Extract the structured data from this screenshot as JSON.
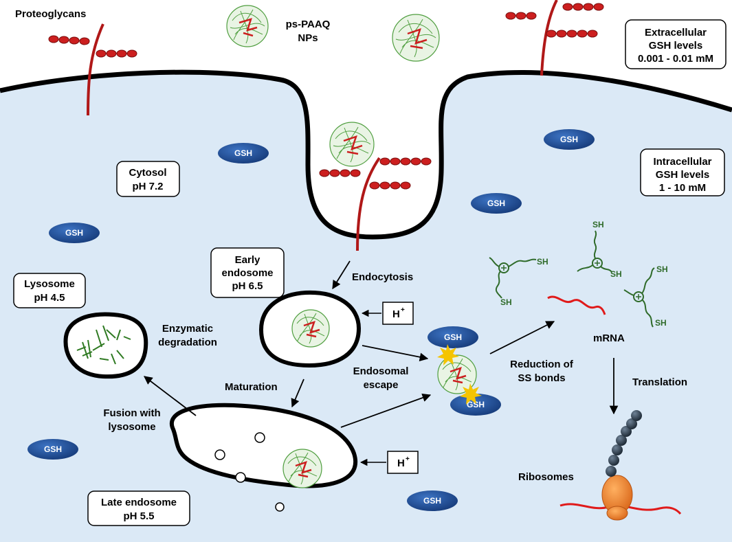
{
  "labels": {
    "proteoglycans": "Proteoglycans",
    "nps_line1": "ps-PAAQ",
    "nps_line2": "NPs",
    "endocytosis": "Endocytosis",
    "enzymatic_line1": "Enzymatic",
    "enzymatic_line2": "degradation",
    "maturation": "Maturation",
    "endosomal_line1": "Endosomal",
    "endosomal_line2": "escape",
    "fusion_line1": "Fusion with",
    "fusion_line2": "lysosome",
    "reduction_line1": "Reduction of",
    "reduction_line2": "SS bonds",
    "translation": "Translation",
    "mrna": "mRNA",
    "ribosomes": "Ribosomes",
    "sh": "SH",
    "gsh": "GSH",
    "h_plus": "H",
    "plus_sup": "+"
  },
  "boxes": {
    "extracellular": [
      "Extracellular",
      "GSH levels",
      "0.001 - 0.01 mM"
    ],
    "intracellular": [
      "Intracellular",
      "GSH levels",
      "1 - 10 mM"
    ],
    "cytosol": [
      "Cytosol",
      "pH 7.2"
    ],
    "early_endosome": [
      "Early",
      "endosome",
      "pH 6.5"
    ],
    "lysosome": [
      "Lysosome",
      "pH 4.5"
    ],
    "late_endosome": [
      "Late endosome",
      "pH 5.5"
    ]
  },
  "colors": {
    "cytoplasm": "#dbe9f6",
    "membrane": "#000000",
    "gsh_oval": "#1f4e9c",
    "proteoglycan": "#cc1f1f",
    "nanoparticle": "#4f9e3f",
    "ribosome": "#f08a24",
    "ribosome_bead": "#2d3e50",
    "star": "#f5c400"
  }
}
